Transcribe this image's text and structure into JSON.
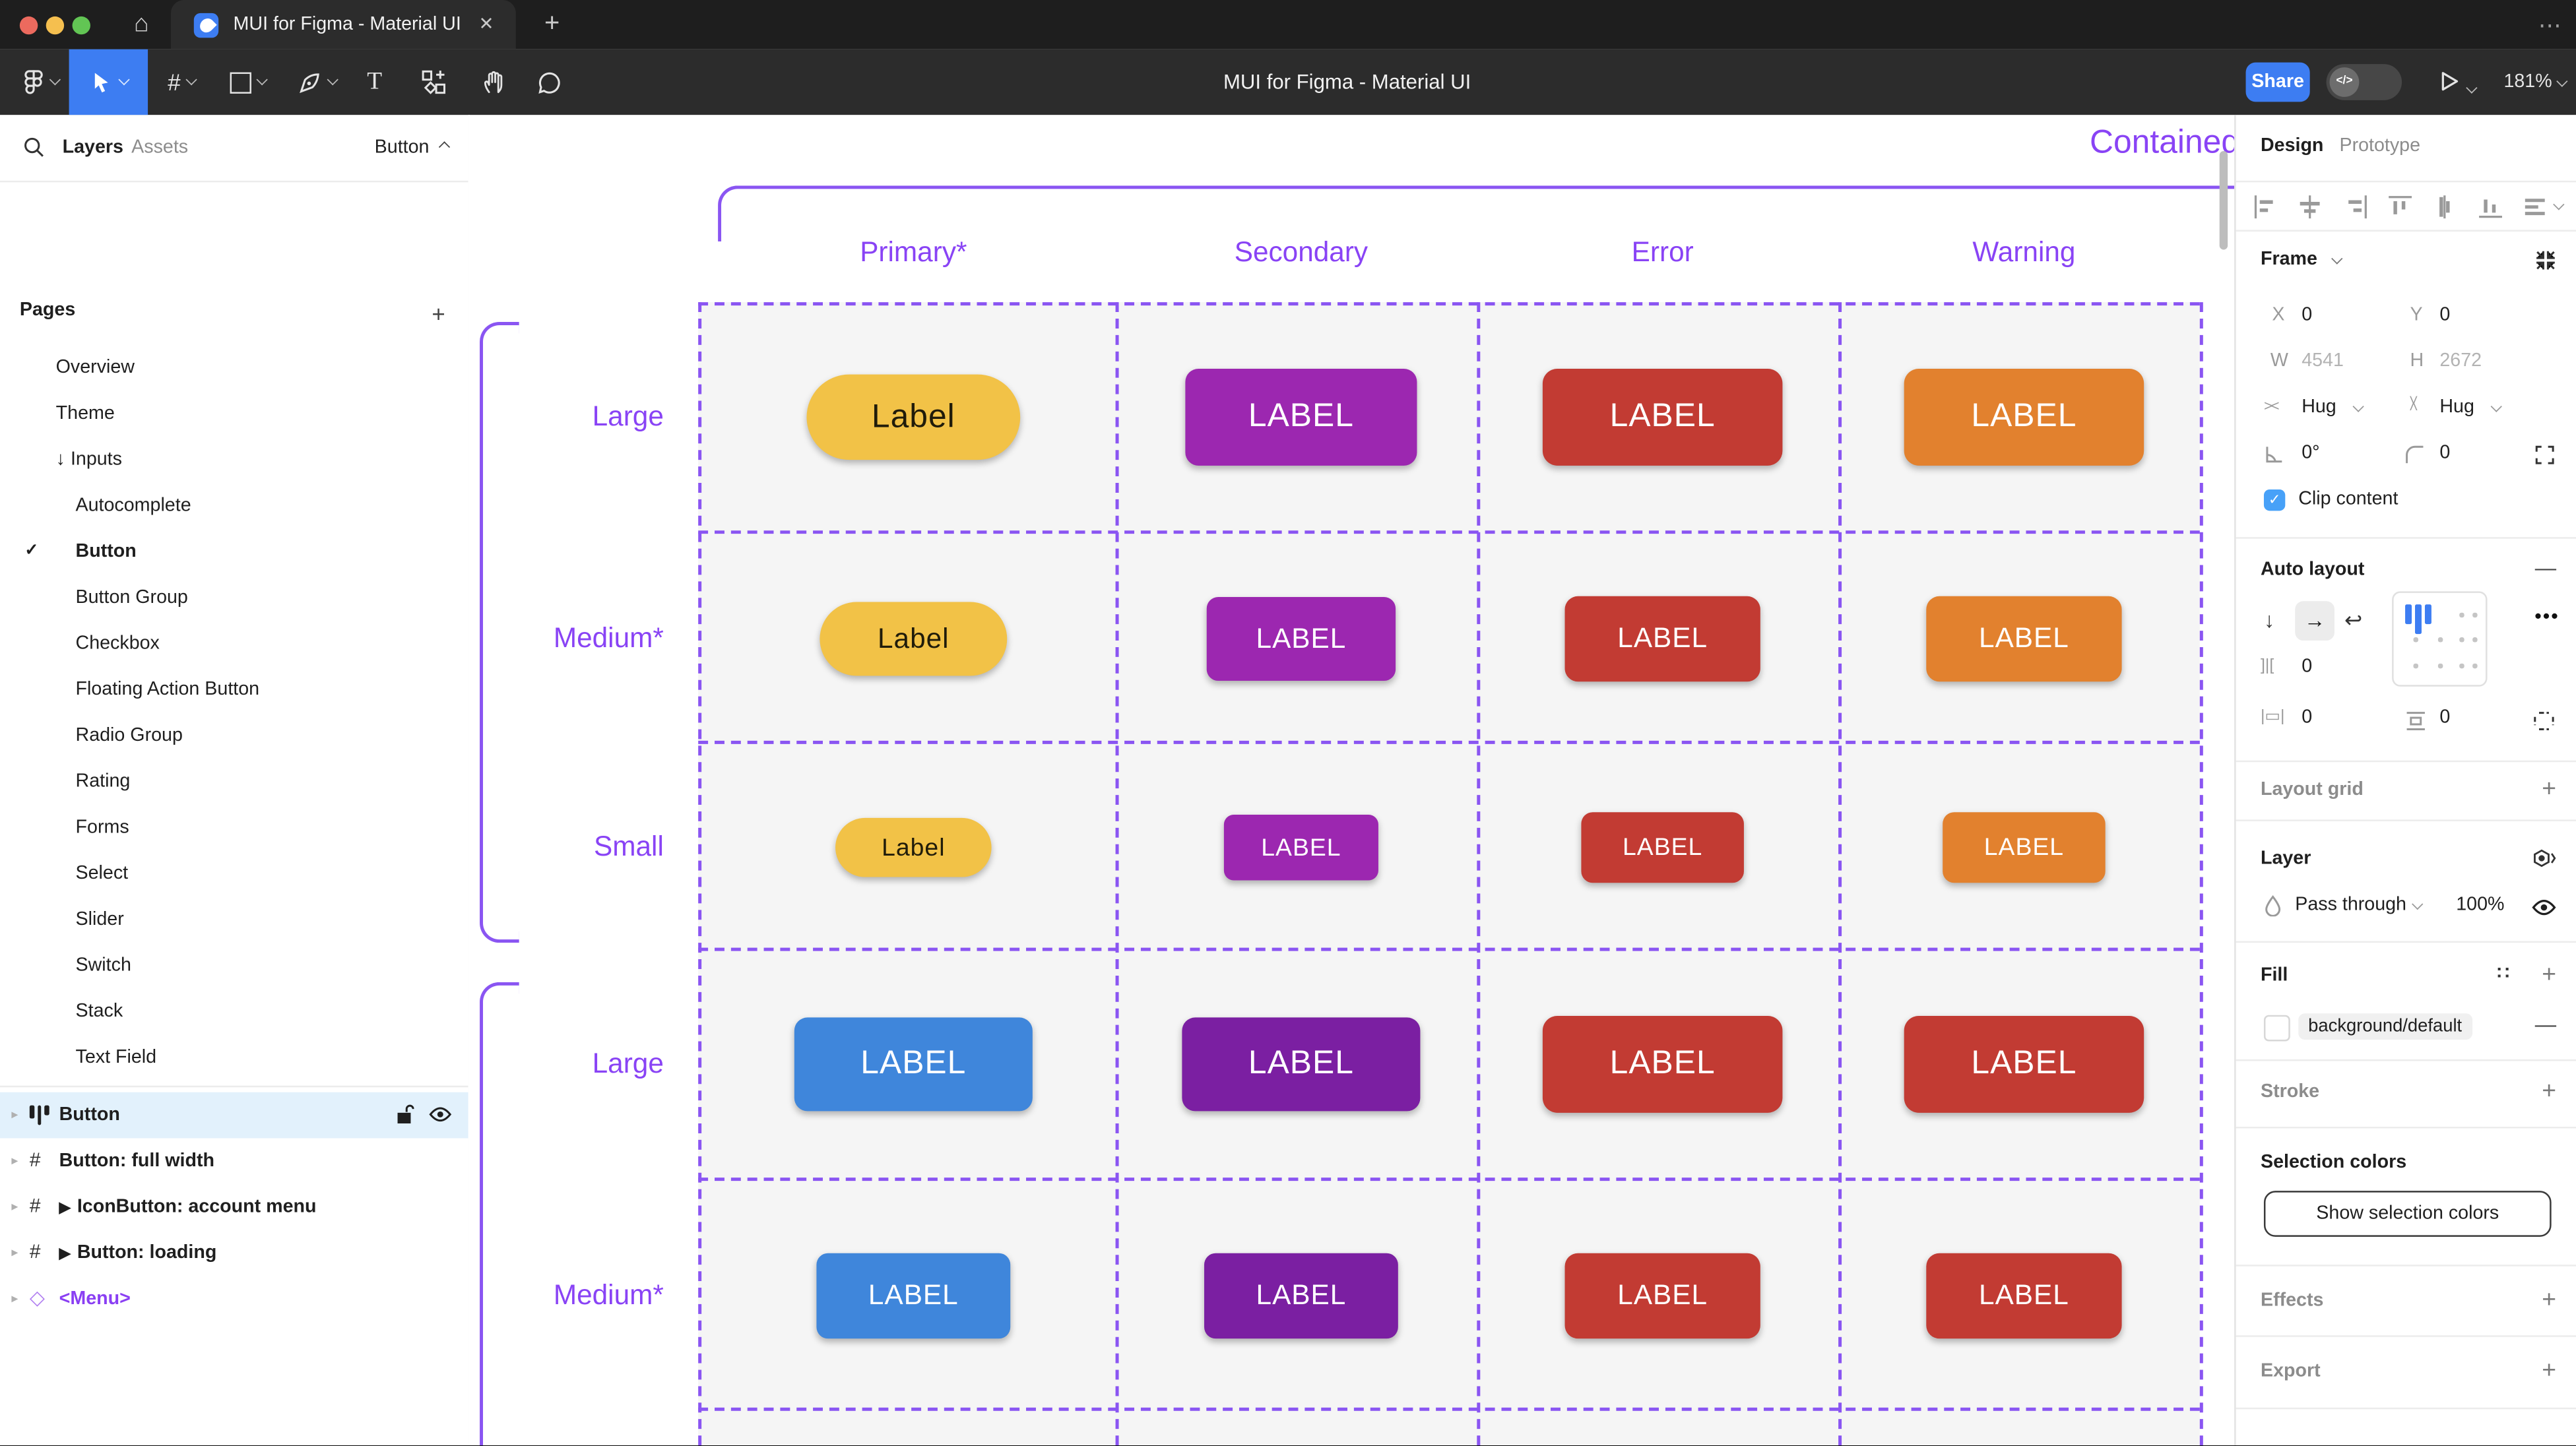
{
  "window": {
    "tab_title": "MUI for Figma - Material UI",
    "close_icon": "✕",
    "new_tab_icon": "+",
    "more_icon": "⋯",
    "traffic_colors": {
      "close": "#ec6a5e",
      "minimize": "#f5bf4f",
      "zoom": "#62c554"
    }
  },
  "toolbar": {
    "document_title": "MUI for Figma - Material UI",
    "share_label": "Share",
    "dev_toggle_icon": "</>",
    "zoom_level": "181%"
  },
  "sidebar": {
    "tabs": {
      "layers": "Layers",
      "assets": "Assets"
    },
    "page_selector": "Button",
    "pages_header": "Pages",
    "add_icon": "+",
    "pages": [
      {
        "label": "Overview"
      },
      {
        "label": "Theme"
      },
      {
        "label": "Inputs",
        "prefix": "↓ "
      },
      {
        "label": "Autocomplete"
      },
      {
        "label": "Button",
        "checked": "✓"
      },
      {
        "label": "Button Group"
      },
      {
        "label": "Checkbox"
      },
      {
        "label": "Floating Action Button"
      },
      {
        "label": "Radio Group"
      },
      {
        "label": "Rating"
      },
      {
        "label": "Forms"
      },
      {
        "label": "Select"
      },
      {
        "label": "Slider"
      },
      {
        "label": "Switch"
      },
      {
        "label": "Stack"
      },
      {
        "label": "Text Field"
      }
    ],
    "layers": [
      {
        "label": "Button"
      },
      {
        "label": "Button: full width"
      },
      {
        "label": "IconButton: account menu",
        "play": "▶"
      },
      {
        "label": "Button: loading",
        "play": "▶"
      },
      {
        "label": "<Menu>"
      }
    ]
  },
  "canvas": {
    "frame_title": "Contained",
    "accent_text": "#8943f5",
    "accent_line": "#8a55f2",
    "columns": [
      "Primary*",
      "Secondary",
      "Error",
      "Warning"
    ],
    "rows": [
      {
        "label": "Large",
        "buttons": [
          {
            "text": "Label",
            "bg": "#f2c247",
            "fg": "#211c0a",
            "radius": 26,
            "w": 130,
            "h": 52,
            "fs": 20
          },
          {
            "text": "LABEL",
            "bg": "#9c27b0",
            "fg": "#ffffff",
            "radius": 8,
            "w": 141,
            "h": 59,
            "fs": 20
          },
          {
            "text": "LABEL",
            "bg": "#c23b33",
            "fg": "#ffffff",
            "radius": 9,
            "w": 146,
            "h": 59,
            "fs": 20
          },
          {
            "text": "LABEL",
            "bg": "#e2812e",
            "fg": "#ffffff",
            "radius": 9,
            "w": 146,
            "h": 59,
            "fs": 20
          }
        ]
      },
      {
        "label": "Medium*",
        "buttons": [
          {
            "text": "Label",
            "bg": "#f2c247",
            "fg": "#211c0a",
            "radius": 23,
            "w": 114,
            "h": 45,
            "fs": 17
          },
          {
            "text": "LABEL",
            "bg": "#9c27b0",
            "fg": "#ffffff",
            "radius": 7,
            "w": 115,
            "h": 51,
            "fs": 17
          },
          {
            "text": "LABEL",
            "bg": "#c23b33",
            "fg": "#ffffff",
            "radius": 8,
            "w": 119,
            "h": 52,
            "fs": 17
          },
          {
            "text": "LABEL",
            "bg": "#e2812e",
            "fg": "#ffffff",
            "radius": 8,
            "w": 119,
            "h": 52,
            "fs": 17
          }
        ]
      },
      {
        "label": "Small",
        "buttons": [
          {
            "text": "Label",
            "bg": "#f2c247",
            "fg": "#211c0a",
            "radius": 18,
            "w": 95,
            "h": 36,
            "fs": 15
          },
          {
            "text": "LABEL",
            "bg": "#9c27b0",
            "fg": "#ffffff",
            "radius": 6,
            "w": 94,
            "h": 40,
            "fs": 15
          },
          {
            "text": "LABEL",
            "bg": "#c23b33",
            "fg": "#ffffff",
            "radius": 7,
            "w": 99,
            "h": 43,
            "fs": 15
          },
          {
            "text": "LABEL",
            "bg": "#e2812e",
            "fg": "#ffffff",
            "radius": 7,
            "w": 99,
            "h": 43,
            "fs": 15
          }
        ]
      },
      {
        "label": "Large",
        "buttons": [
          {
            "text": "LABEL",
            "bg": "#3f86db",
            "fg": "#ffffff",
            "radius": 8,
            "w": 145,
            "h": 57,
            "fs": 20
          },
          {
            "text": "LABEL",
            "bg": "#7b1fa2",
            "fg": "#ffffff",
            "radius": 8,
            "w": 145,
            "h": 57,
            "fs": 20
          },
          {
            "text": "LABEL",
            "bg": "#c23b33",
            "fg": "#ffffff",
            "radius": 9,
            "w": 146,
            "h": 59,
            "fs": 20
          },
          {
            "text": "LABEL",
            "bg": "#c23b33",
            "fg": "#ffffff",
            "radius": 9,
            "w": 146,
            "h": 59,
            "fs": 20
          }
        ]
      },
      {
        "label": "Medium*",
        "buttons": [
          {
            "text": "LABEL",
            "bg": "#3f86db",
            "fg": "#ffffff",
            "radius": 7,
            "w": 118,
            "h": 52,
            "fs": 17
          },
          {
            "text": "LABEL",
            "bg": "#7b1fa2",
            "fg": "#ffffff",
            "radius": 7,
            "w": 118,
            "h": 52,
            "fs": 17
          },
          {
            "text": "LABEL",
            "bg": "#c23b33",
            "fg": "#ffffff",
            "radius": 8,
            "w": 119,
            "h": 52,
            "fs": 17
          },
          {
            "text": "LABEL",
            "bg": "#c23b33",
            "fg": "#ffffff",
            "radius": 8,
            "w": 119,
            "h": 52,
            "fs": 17
          }
        ]
      }
    ]
  },
  "inspector": {
    "tabs": {
      "design": "Design",
      "prototype": "Prototype"
    },
    "frame": {
      "title": "Frame",
      "x_label": "X",
      "x": "0",
      "y_label": "Y",
      "y": "0",
      "w_label": "W",
      "w": "4541",
      "h_label": "H",
      "h": "2672",
      "hug_h": "Hug",
      "hug_v": "Hug",
      "rotation": "0°",
      "corner_radius": "0",
      "clip_label": "Clip content"
    },
    "auto_layout": {
      "title": "Auto layout",
      "gap": "0",
      "padding_h": "0",
      "padding_v": "0"
    },
    "layout_grid": {
      "title": "Layout grid"
    },
    "layer": {
      "title": "Layer",
      "blend_mode": "Pass through",
      "opacity": "100%"
    },
    "fill": {
      "title": "Fill",
      "token": "background/default"
    },
    "stroke": {
      "title": "Stroke"
    },
    "selection_colors": {
      "title": "Selection colors",
      "button_label": "Show selection colors"
    },
    "effects": {
      "title": "Effects"
    },
    "export": {
      "title": "Export"
    }
  }
}
